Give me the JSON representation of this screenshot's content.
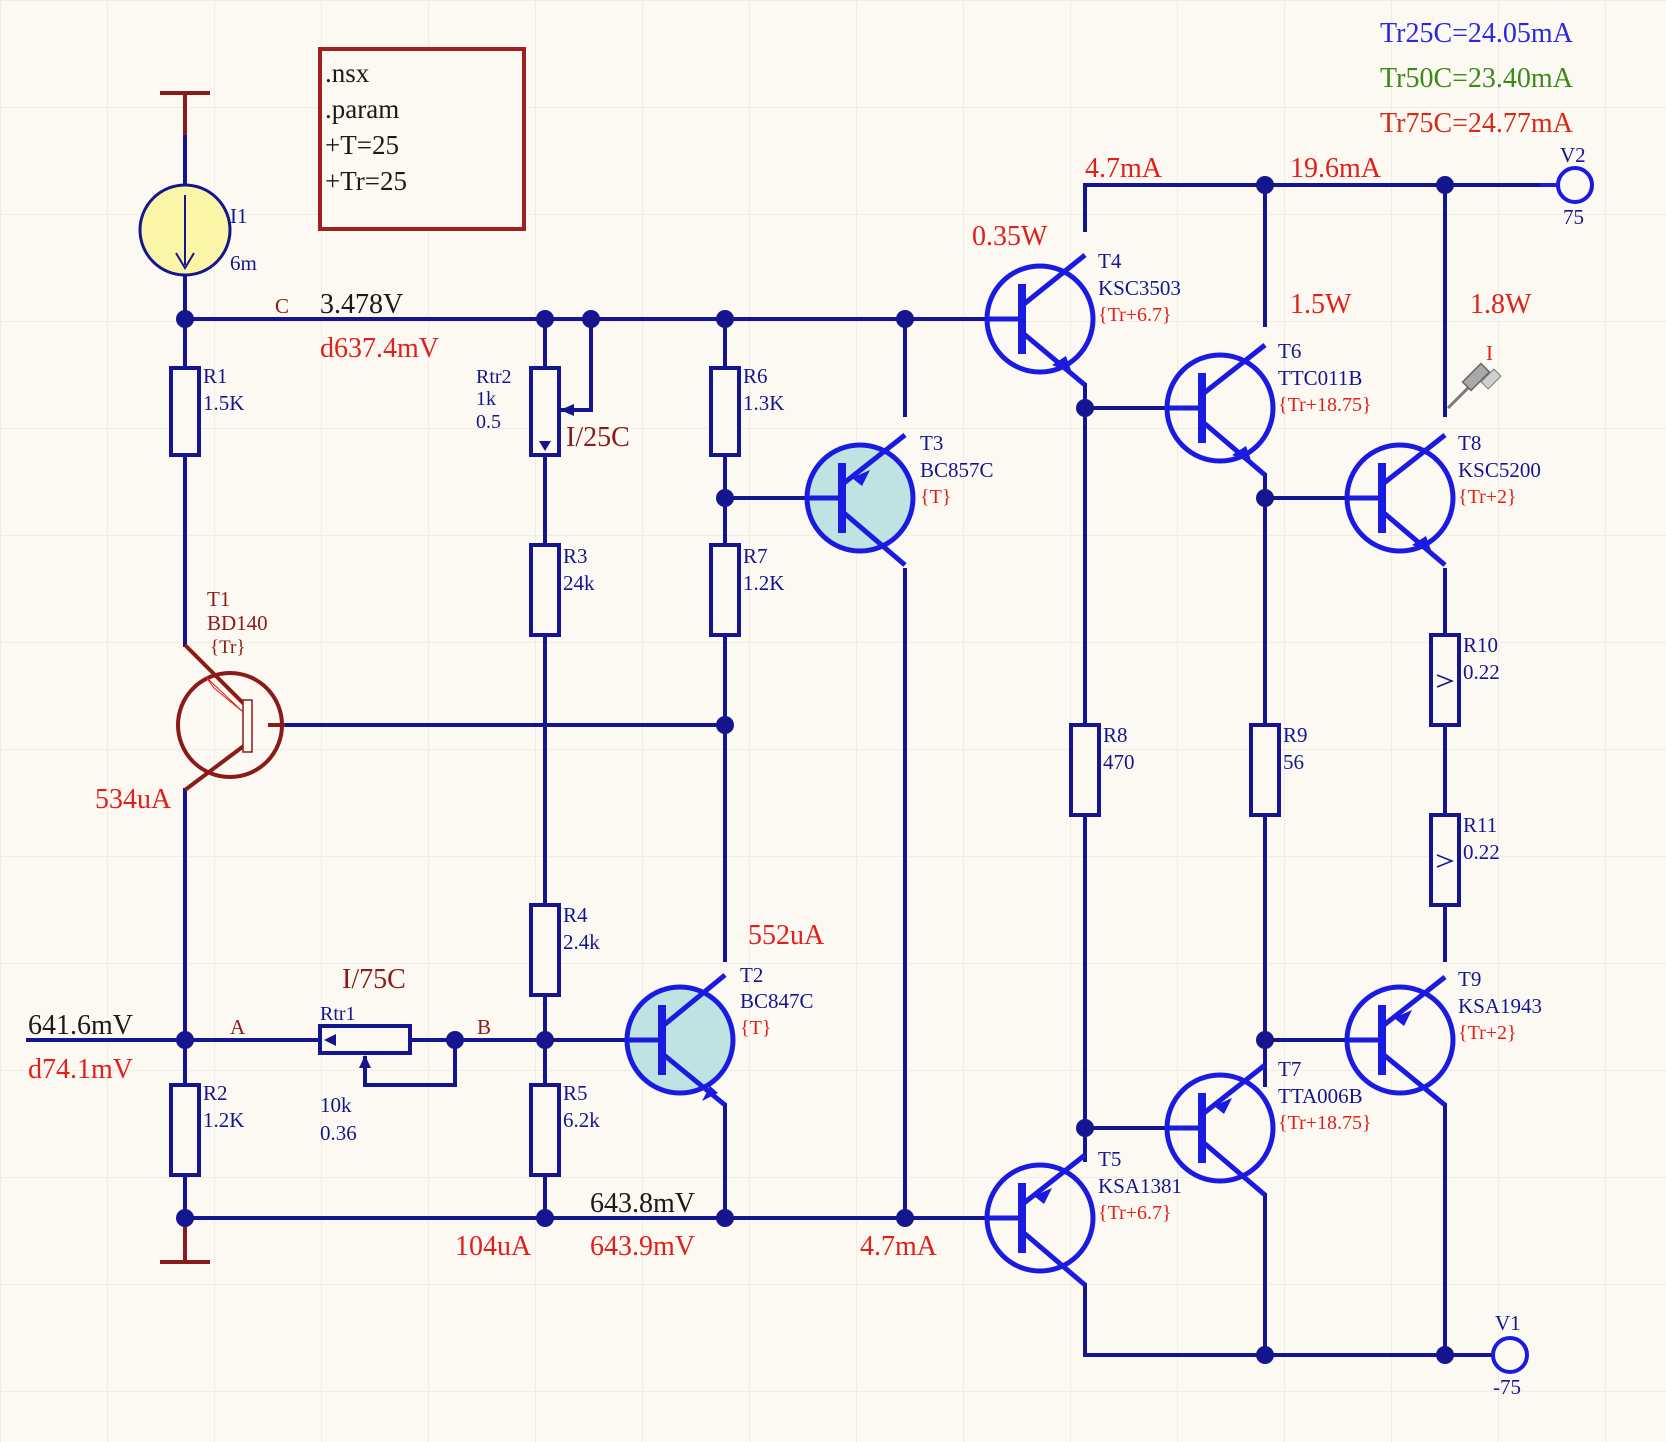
{
  "title": "Circuit schematic",
  "colors": {
    "wire": "#15158f",
    "ref": "#8b1a1a",
    "meas": "#e0201c",
    "tr25": "#2a28e0",
    "tr50": "#3a8a1a",
    "tr75": "#d82818",
    "bg": "#fbf9f1",
    "grid": "#e6e2d6"
  },
  "directive": [
    ".nsx",
    ".param",
    "+T=25",
    "+Tr=25"
  ],
  "results": [
    {
      "text": "Tr25C=24.05mA",
      "color": "#2a28e0"
    },
    {
      "text": "Tr50C=23.40mA",
      "color": "#3a8a1a"
    },
    {
      "text": "Tr75C=24.77mA",
      "color": "#d82818"
    }
  ],
  "nets": {
    "a": "A",
    "b": "B",
    "c": "C"
  },
  "rails": {
    "v2": {
      "name": "V2",
      "value": "75"
    },
    "v1": {
      "name": "V1",
      "value": "-75"
    }
  },
  "source": {
    "name": "I1",
    "value": "6m"
  },
  "resistors": {
    "r1": {
      "name": "R1",
      "value": "1.5K"
    },
    "r2": {
      "name": "R2",
      "value": "1.2K"
    },
    "r3": {
      "name": "R3",
      "value": "24k"
    },
    "r4": {
      "name": "R4",
      "value": "2.4k"
    },
    "r5": {
      "name": "R5",
      "value": "6.2k"
    },
    "r6": {
      "name": "R6",
      "value": "1.3K"
    },
    "r7": {
      "name": "R7",
      "value": "1.2K"
    },
    "r8": {
      "name": "R8",
      "value": "470"
    },
    "r9": {
      "name": "R9",
      "value": "56"
    },
    "r10": {
      "name": "R10",
      "value": "0.22"
    },
    "r11": {
      "name": "R11",
      "value": "0.22"
    }
  },
  "pots": {
    "rtr1": {
      "name": "Rtr1",
      "value": "10k",
      "pos": "0.36",
      "note": "I/75C"
    },
    "rtr2": {
      "name": "Rtr2",
      "value": "1k",
      "pos": "0.5",
      "note": "I/25C"
    }
  },
  "transistors": {
    "t1": {
      "name": "T1",
      "part": "BD140",
      "temp": "{Tr}"
    },
    "t2": {
      "name": "T2",
      "part": "BC847C",
      "temp": "{T}"
    },
    "t3": {
      "name": "T3",
      "part": "BC857C",
      "temp": "{T}"
    },
    "t4": {
      "name": "T4",
      "part": "KSC3503",
      "temp": "{Tr+6.7}"
    },
    "t5": {
      "name": "T5",
      "part": "KSA1381",
      "temp": "{Tr+6.7}"
    },
    "t6": {
      "name": "T6",
      "part": "TTC011B",
      "temp": "{Tr+18.75}"
    },
    "t7": {
      "name": "T7",
      "part": "TTA006B",
      "temp": "{Tr+18.75}"
    },
    "t8": {
      "name": "T8",
      "part": "KSC5200",
      "temp": "{Tr+2}"
    },
    "t9": {
      "name": "T9",
      "part": "KSA1943",
      "temp": "{Tr+2}"
    }
  },
  "probe_label": "I",
  "measurements": {
    "v_c": "3.478V",
    "d_c": "d637.4mV",
    "v_a": "641.6mV",
    "d_a": "d74.1mV",
    "i_t1": "534uA",
    "i_t2": "552uA",
    "i_r5": "104uA",
    "v_bottom": "643.8mV",
    "v_bottom_red": "643.9mV",
    "i_t3": "4.7mA",
    "i_top_t4": "4.7mA",
    "i_top_t6": "19.6mA",
    "p_t4": "0.35W",
    "p_t6": "1.5W",
    "p_t8": "1.8W"
  }
}
